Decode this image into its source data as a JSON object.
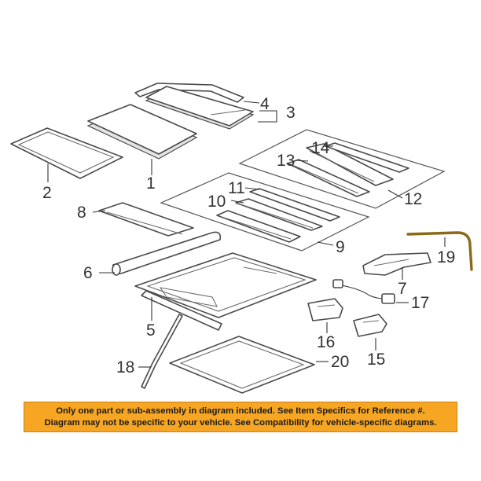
{
  "callouts": {
    "c1": "1",
    "c2": "2",
    "c3": "3",
    "c4": "4",
    "c5": "5",
    "c6": "6",
    "c7": "7",
    "c8": "8",
    "c9": "9",
    "c10": "10",
    "c11": "11",
    "c12": "12",
    "c13": "13",
    "c14": "14",
    "c15": "15",
    "c16": "16",
    "c17": "17",
    "c18": "18",
    "c19": "19",
    "c20": "20"
  },
  "banner": {
    "line1": "Only one part or sub-assembly in diagram included. See Item Specifics for Reference #.",
    "line2": "Diagram may not be specific to your vehicle. See Compatibility for vehicle-specific diagrams."
  },
  "colors": {
    "banner_background": "#f6a623",
    "highlight_part": "#8a6a1a",
    "line_art": "#4a4a4a"
  }
}
